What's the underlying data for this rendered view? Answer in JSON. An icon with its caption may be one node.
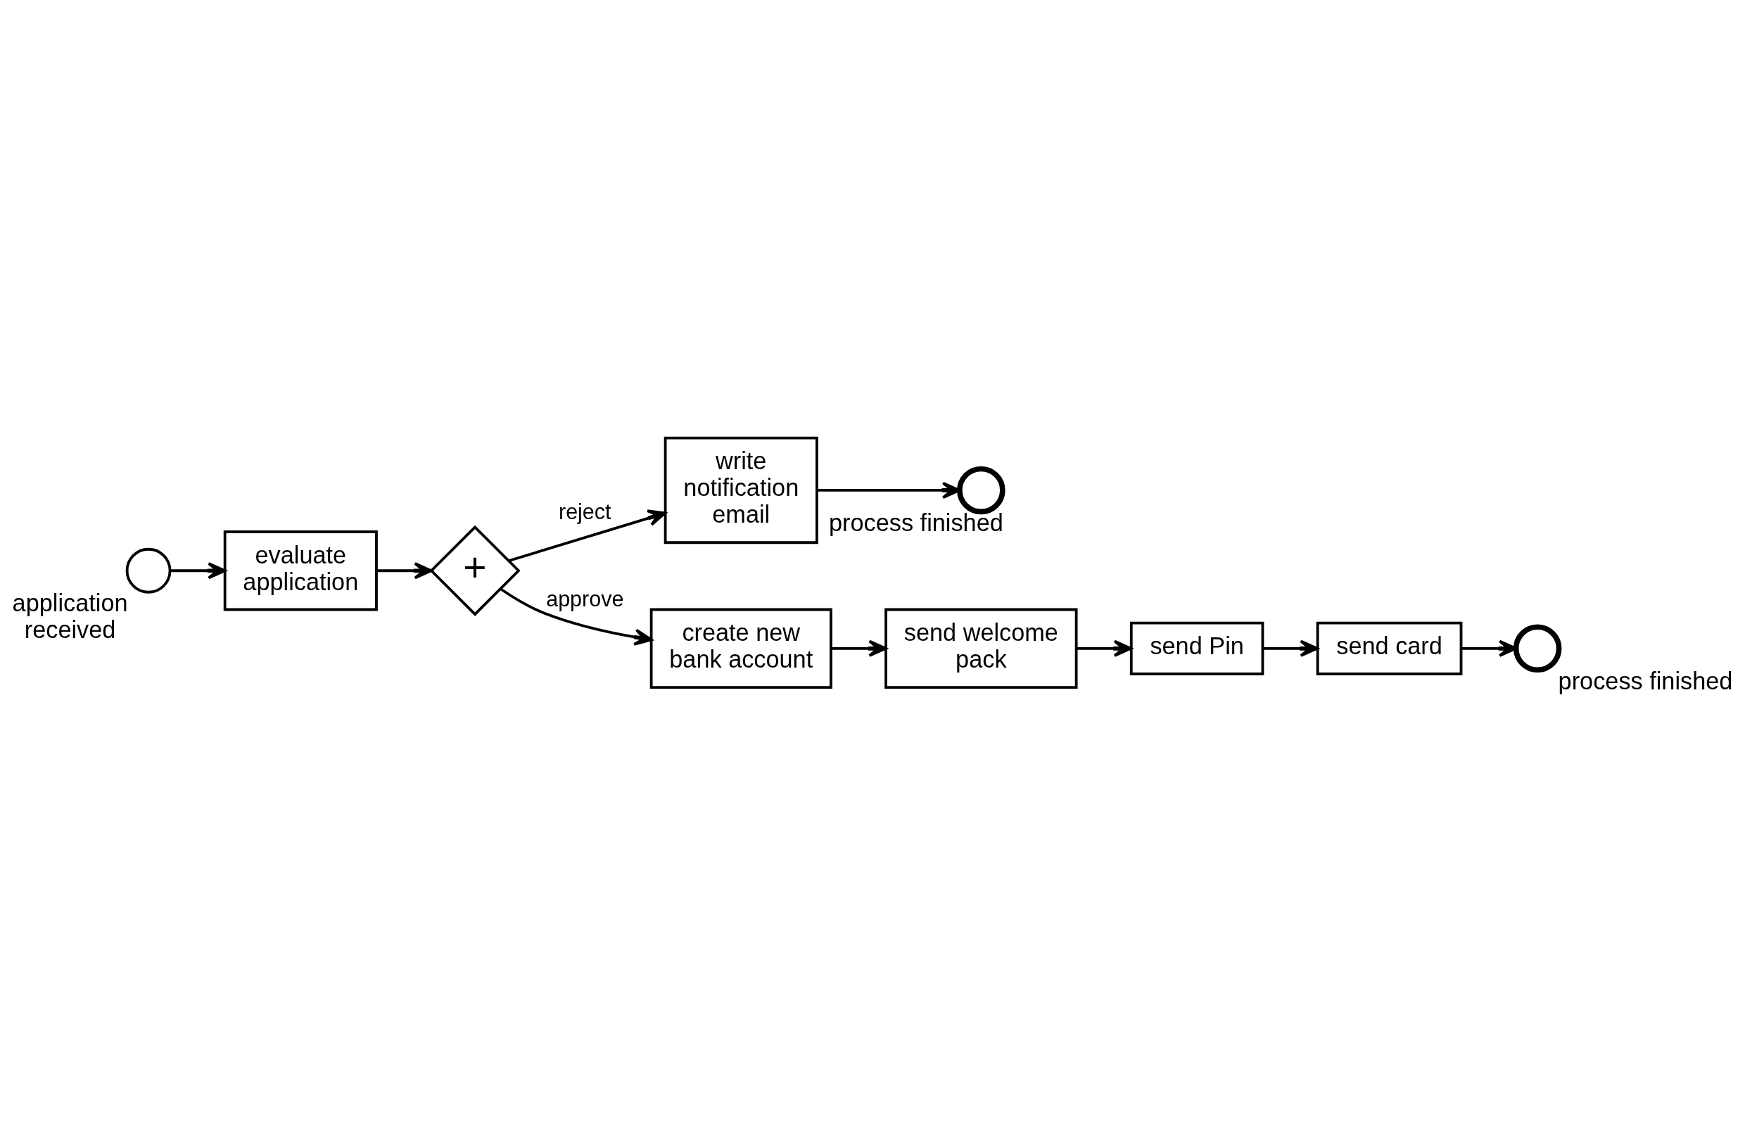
{
  "diagram": {
    "nodes": [
      {
        "text": [],
        "shape": "circle",
        "beside": [
          "application received"
        ]
      },
      {
        "text": [
          "evaluate application"
        ]
      },
      {
        "text": [
          "+"
        ]
      },
      {
        "text": [
          "write notification email"
        ]
      },
      {
        "text": [],
        "shape": "circle",
        "beside": [
          "process finished"
        ]
      },
      {
        "text": [
          "create new bank account"
        ]
      },
      {
        "text": [
          "send welcome pack"
        ]
      },
      {
        "text": [
          "send Pin"
        ]
      },
      {
        "text": [
          "send card"
        ]
      },
      {
        "text": [],
        "shape": "circle",
        "beside": [
          "process finished"
        ]
      }
    ],
    "edges": [
      {
        "from": 0,
        "to": 1,
        "arrow": "to"
      },
      {
        "from": 1,
        "to": 2,
        "arrow": "to"
      },
      {
        "from": 2,
        "to": 3,
        "arrow": "to",
        "label": "reject"
      },
      {
        "from": 3,
        "to": 4,
        "arrow": "to"
      },
      {
        "from": 2,
        "to": 5,
        "arrow": "to",
        "label": "approve"
      },
      {
        "from": 5,
        "to": 6,
        "arrow": "to"
      },
      {
        "from": 6,
        "to": 7,
        "arrow": "to"
      },
      {
        "from": 7,
        "to": 8,
        "arrow": "to"
      },
      {
        "from": 8,
        "to": 9,
        "arrow": "to"
      }
    ]
  }
}
